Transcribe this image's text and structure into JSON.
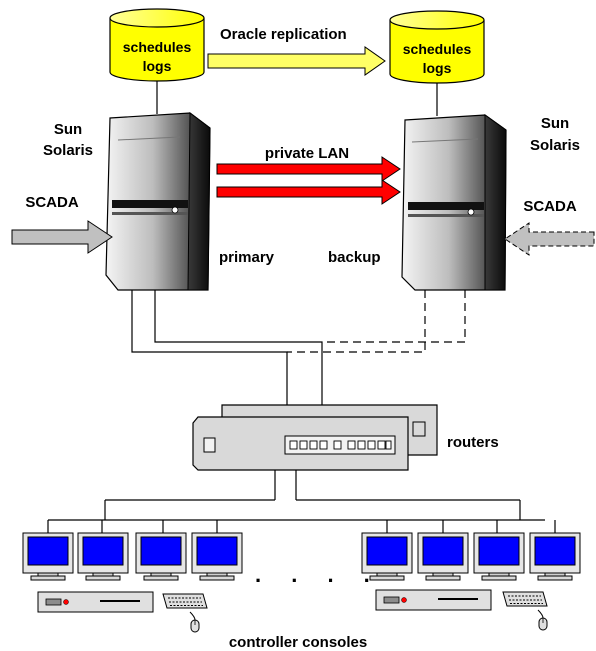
{
  "labels": {
    "oracle_replication": "Oracle replication",
    "private_lan": "private LAN",
    "primary": "primary",
    "backup": "backup",
    "routers": "routers",
    "controller_consoles": "controller consoles",
    "sun_left": "Sun",
    "solaris_left": "Solaris",
    "sun_right": "Sun",
    "solaris_right": "Solaris",
    "scada_left": "SCADA",
    "scada_right": "SCADA",
    "ellipsis": ". . . ."
  },
  "databases": [
    {
      "line1": "schedules",
      "line2": "logs"
    },
    {
      "line1": "schedules",
      "line2": "logs"
    }
  ],
  "colors": {
    "database_fill": "#ffff00",
    "replication_arrow": "#ffff66",
    "lan_arrow": "#ff0000",
    "scada_arrow": "#c0c0c0",
    "monitor_screen": "#0000ff",
    "equipment_gray": "#d9d9d9"
  },
  "icons": [
    "database-icon",
    "server-tower-icon",
    "router-icon",
    "monitor-icon",
    "keyboard-icon",
    "mouse-icon"
  ]
}
